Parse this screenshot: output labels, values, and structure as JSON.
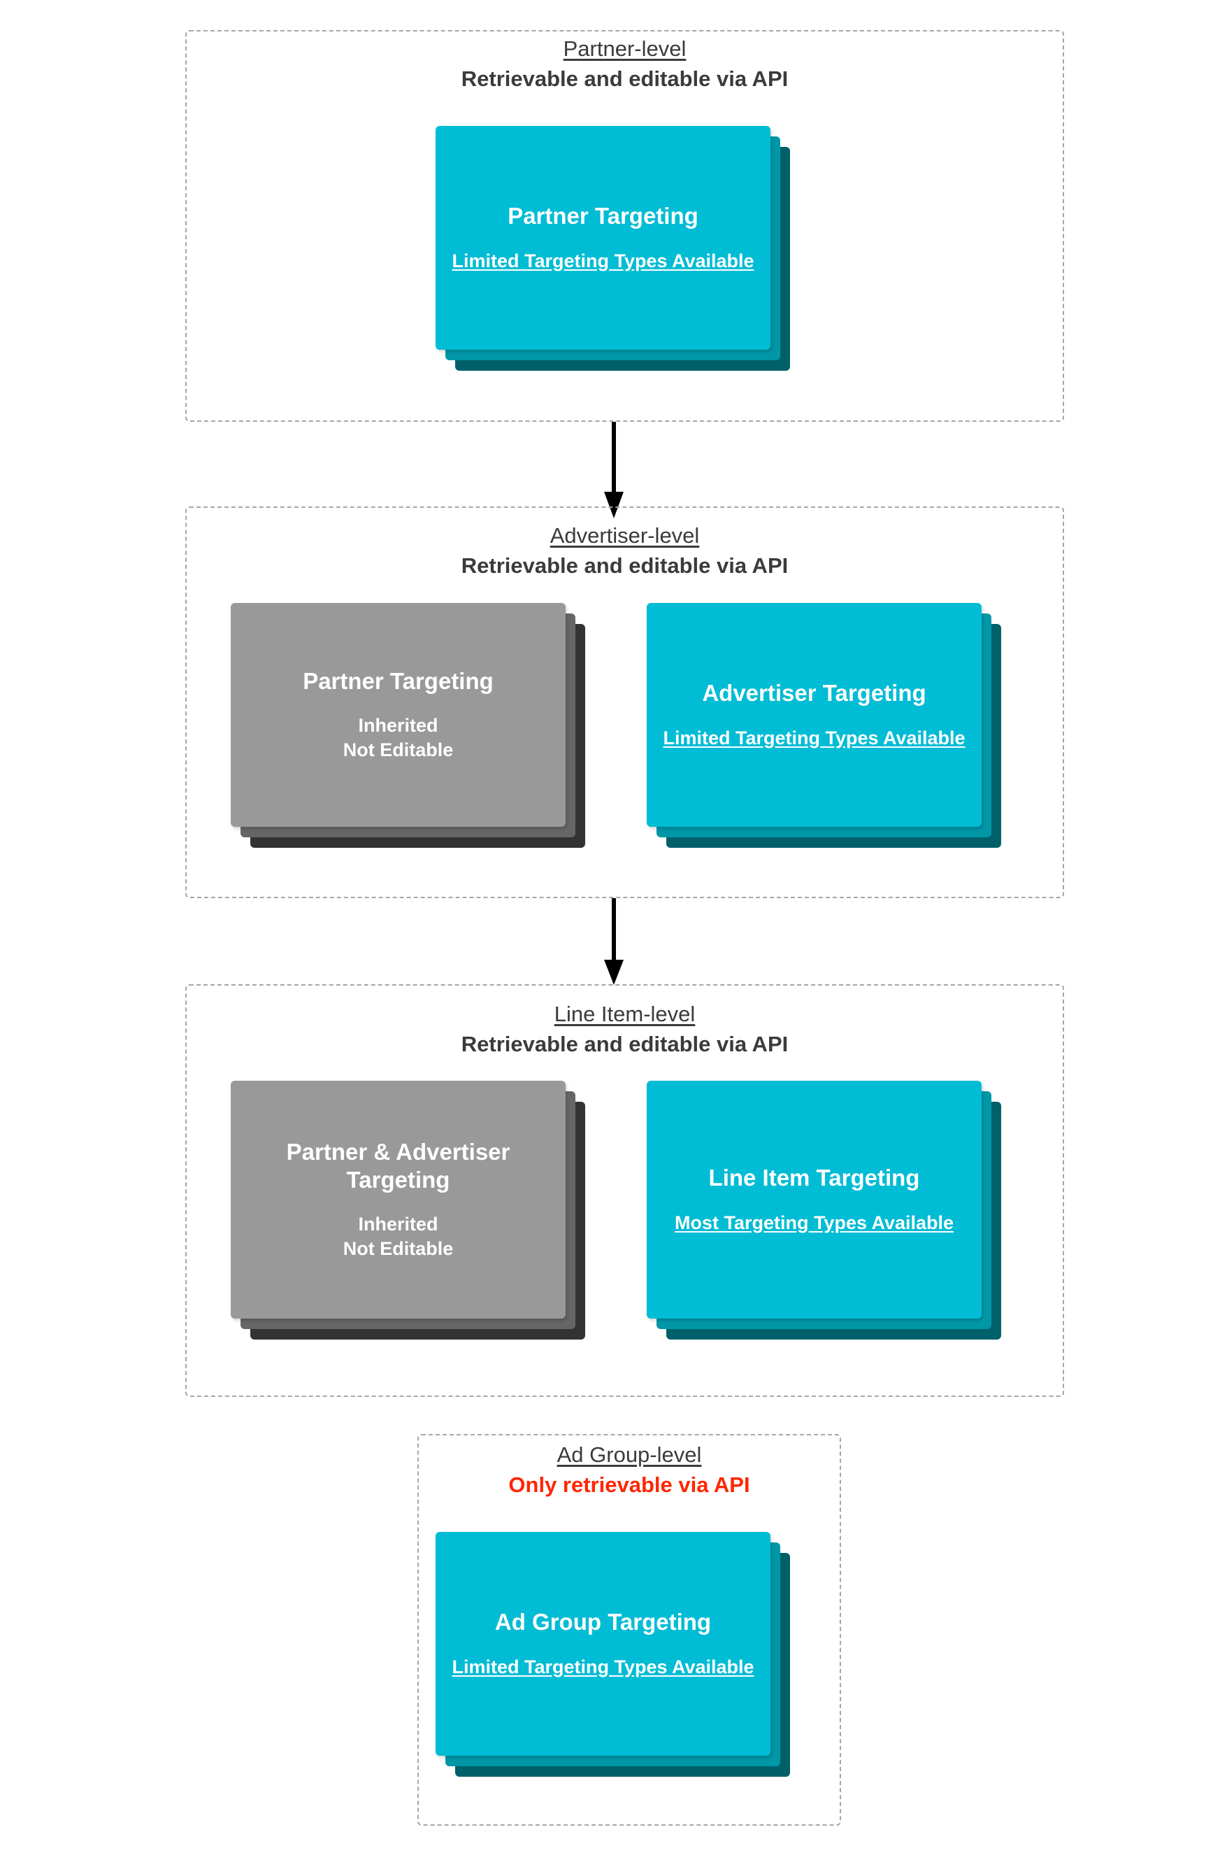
{
  "diagram": {
    "title_colors": {
      "heading": "#3b3b3b",
      "alert": "#ff2600",
      "card_cyan": "#00bcd4",
      "card_cyan_mid": "#0097a7",
      "card_cyan_dark": "#00606a",
      "card_gray": "#999999",
      "card_gray_mid": "#666666",
      "card_gray_dark": "#333333",
      "dashed_border": "#a6a6a6"
    },
    "levels": [
      {
        "id": "partner",
        "title": "Partner-level",
        "subtitle": "Retrievable and editable via API",
        "subtitle_alert": false,
        "cards": [
          {
            "id": "partner-targeting",
            "palette": "cyan",
            "title": "Partner Targeting",
            "note": "Limited Targeting Types Available",
            "note_underlined": true
          }
        ]
      },
      {
        "id": "advertiser",
        "title": "Advertiser-level",
        "subtitle": "Retrievable and editable via API",
        "subtitle_alert": false,
        "cards": [
          {
            "id": "inherited-partner-targeting",
            "palette": "gray",
            "title": "Partner Targeting",
            "note": "Inherited\nNot Editable",
            "note_underlined": false
          },
          {
            "id": "advertiser-targeting",
            "palette": "cyan",
            "title": "Advertiser Targeting",
            "note": "Limited Targeting Types Available",
            "note_underlined": true
          }
        ]
      },
      {
        "id": "line-item",
        "title": "Line Item-level",
        "subtitle": "Retrievable and editable via API",
        "subtitle_alert": false,
        "cards": [
          {
            "id": "inherited-partner-advertiser-targeting",
            "palette": "gray",
            "title": "Partner & Advertiser Targeting",
            "note": "Inherited\nNot Editable",
            "note_underlined": false
          },
          {
            "id": "line-item-targeting",
            "palette": "cyan",
            "title": "Line Item Targeting",
            "note": "Most Targeting Types Available",
            "note_underlined": true
          }
        ]
      },
      {
        "id": "ad-group",
        "title": "Ad Group-level",
        "subtitle": "Only retrievable via API",
        "subtitle_alert": true,
        "cards": [
          {
            "id": "ad-group-targeting",
            "palette": "cyan",
            "title": "Ad Group Targeting",
            "note": "Limited Targeting Types Available",
            "note_underlined": true
          }
        ]
      }
    ],
    "arrows": [
      {
        "id": "partner-to-advertiser",
        "from": "partner",
        "to": "advertiser"
      },
      {
        "id": "advertiser-to-line-item",
        "from": "advertiser",
        "to": "line-item"
      }
    ]
  }
}
